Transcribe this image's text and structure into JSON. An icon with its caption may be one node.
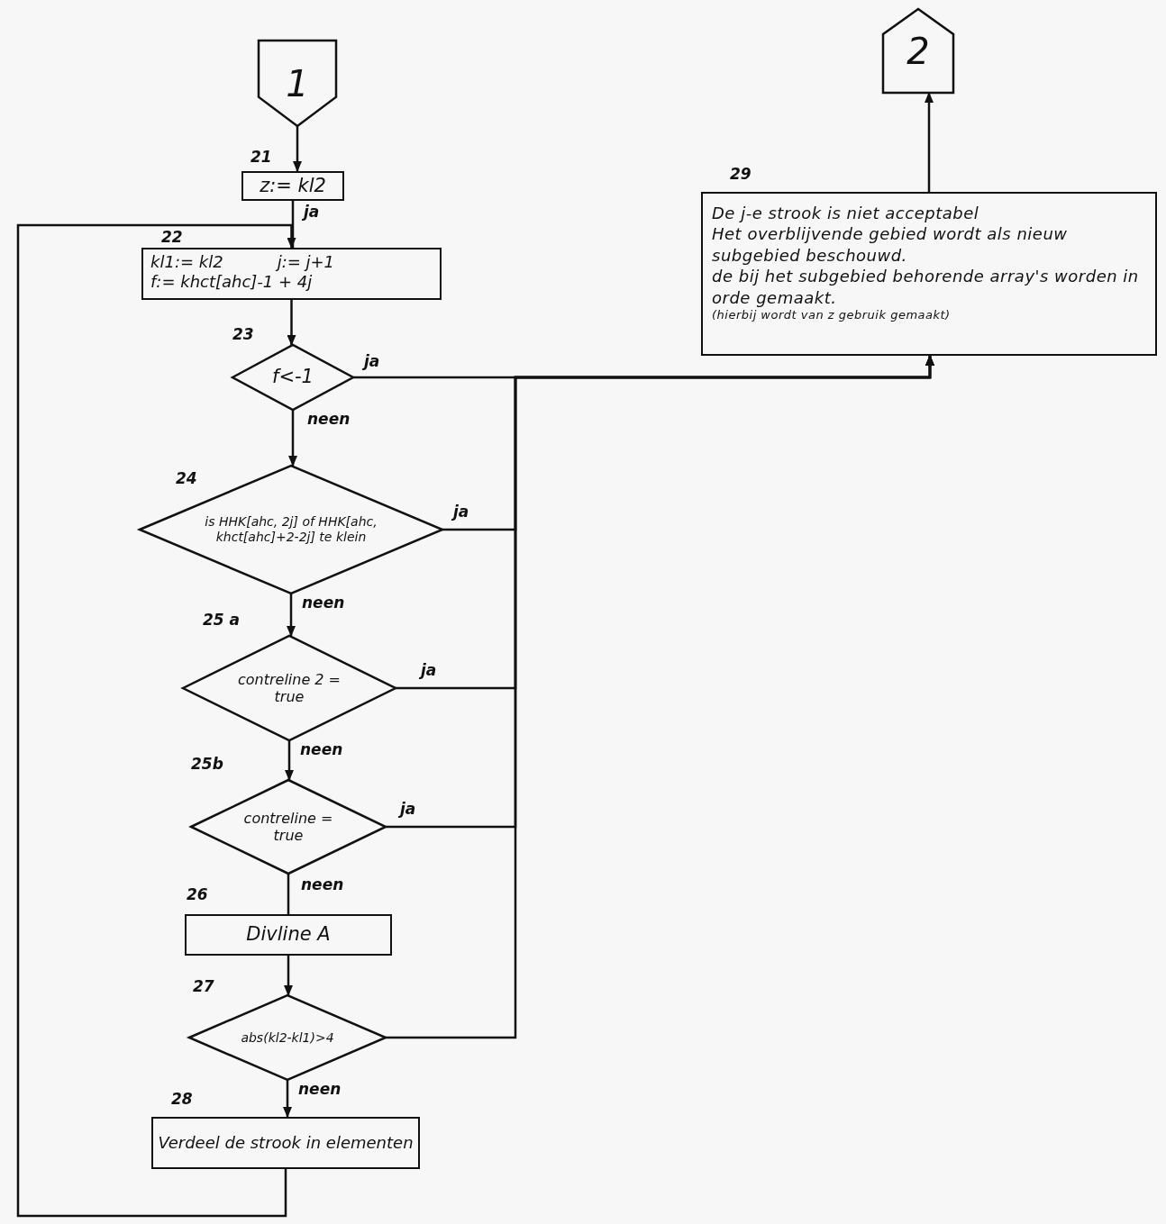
{
  "diagram": {
    "nodes": [
      {
        "text": [
          "1"
        ]
      },
      {
        "text": [
          "z:= kl2"
        ],
        "beside": [
          "21"
        ]
      },
      {
        "text": [
          "kl1:= kl2",
          "j:= j+1",
          "f:= khct[ahc]-1 + 4j"
        ],
        "beside": [
          "22"
        ]
      },
      {
        "text": [
          "f<-1"
        ],
        "beside": [
          "23"
        ]
      },
      {
        "text": [
          "is HHK[ahc, 2j] of HHK[ahc, khct[ahc]+2-2j] te klein"
        ],
        "beside": [
          "24"
        ]
      },
      {
        "text": [
          "contreline 2 = true"
        ],
        "beside": [
          "25 a"
        ]
      },
      {
        "text": [
          "contreline = true"
        ],
        "beside": [
          "25b"
        ]
      },
      {
        "text": [
          "Divline A"
        ],
        "beside": [
          "26"
        ]
      },
      {
        "text": [
          "abs(kl2-kl1)>4"
        ],
        "beside": [
          "27"
        ]
      },
      {
        "text": [
          "Verdeel de strook in elementen"
        ],
        "beside": [
          "28"
        ]
      },
      {
        "text": [
          "De j-e strook is niet acceptabel",
          "Het overblijvende gebied wordt als nieuw subgebied beschouwd.",
          "de bij het subgebied behorende array's worden in orde gemaakt.",
          "(hierbij wordt van z gebruik gemaakt)"
        ],
        "beside": [
          "29"
        ]
      },
      {
        "text": [
          "2"
        ]
      }
    ],
    "edges": [
      {
        "from": 0,
        "to": 1,
        "arrow": "to"
      },
      {
        "from": 1,
        "to": 2,
        "arrow": "none",
        "label": "ja"
      },
      {
        "from": 2,
        "to": 3,
        "arrow": "to"
      },
      {
        "from": 3,
        "to": 10,
        "arrow": "to",
        "label": "ja"
      },
      {
        "from": 3,
        "to": 4,
        "arrow": "to",
        "label": "neen"
      },
      {
        "from": 4,
        "to": 10,
        "arrow": "to",
        "label": "ja"
      },
      {
        "from": 4,
        "to": 5,
        "arrow": "to",
        "label": "neen"
      },
      {
        "from": 5,
        "to": 10,
        "arrow": "to",
        "label": "ja"
      },
      {
        "from": 5,
        "to": 6,
        "arrow": "to",
        "label": "neen"
      },
      {
        "from": 6,
        "to": 10,
        "arrow": "to",
        "label": "ja"
      },
      {
        "from": 6,
        "to": 7,
        "arrow": "none",
        "label": "neen"
      },
      {
        "from": 7,
        "to": 8,
        "arrow": "to"
      },
      {
        "from": 8,
        "to": 10,
        "arrow": "to"
      },
      {
        "from": 8,
        "to": 9,
        "arrow": "to",
        "label": "neen"
      },
      {
        "from": 9,
        "to": 2,
        "arrow": "to"
      },
      {
        "from": 10,
        "to": 11,
        "arrow": "to"
      }
    ]
  }
}
